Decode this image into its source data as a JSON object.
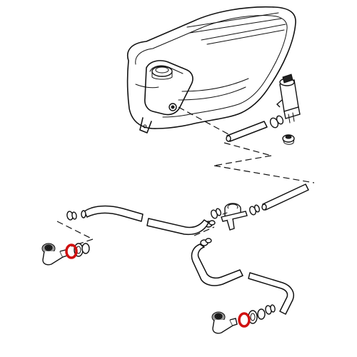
{
  "diagram": {
    "highlight_color": "#d01010",
    "ink_color": "#111111",
    "components": [
      "washer-reservoir",
      "washer-pump",
      "hose-connector",
      "grommet",
      "upper-hose",
      "lower-hose",
      "check-valve-t-piece",
      "left-nozzle",
      "right-nozzle",
      "red-seal-ring"
    ]
  }
}
